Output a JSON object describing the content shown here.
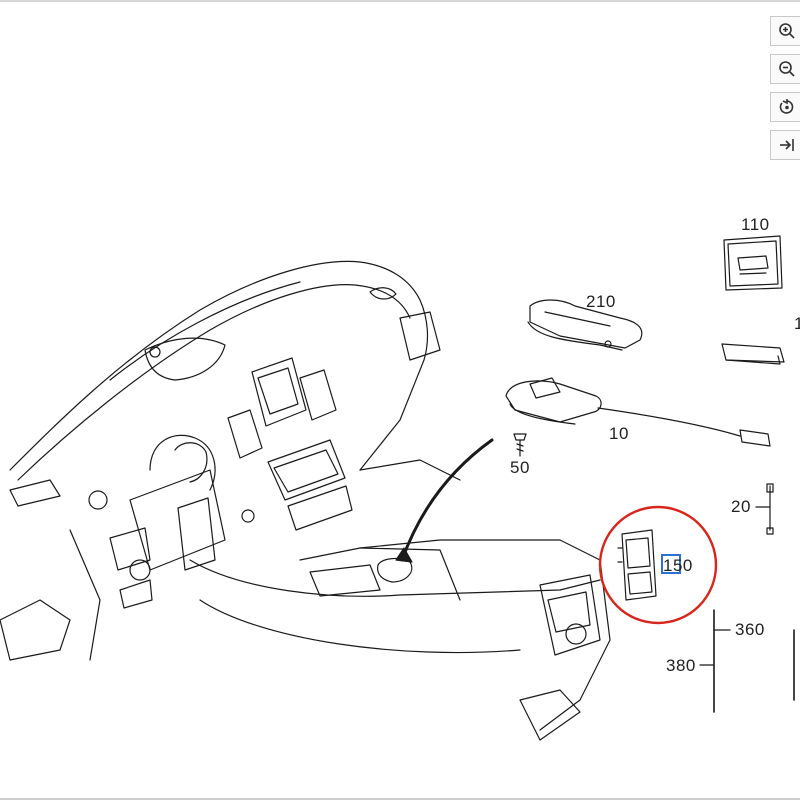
{
  "toolbar": {
    "buttons": [
      {
        "name": "zoom-in-button",
        "icon": "zoom-in-icon"
      },
      {
        "name": "zoom-out-button",
        "icon": "zoom-out-icon"
      },
      {
        "name": "reset-button",
        "icon": "reset-rotate-icon"
      },
      {
        "name": "fit-button",
        "icon": "arrow-to-right-icon"
      }
    ]
  },
  "callouts": {
    "c110": "110",
    "c210": "210",
    "c10": "10",
    "c50": "50",
    "c20": "20",
    "c150": "150",
    "c360": "360",
    "c380": "380",
    "c1": "1"
  },
  "colors": {
    "line": "#1a1a1a",
    "highlight_circle": "#d9261c",
    "highlight_box": "#2f6fd6"
  }
}
